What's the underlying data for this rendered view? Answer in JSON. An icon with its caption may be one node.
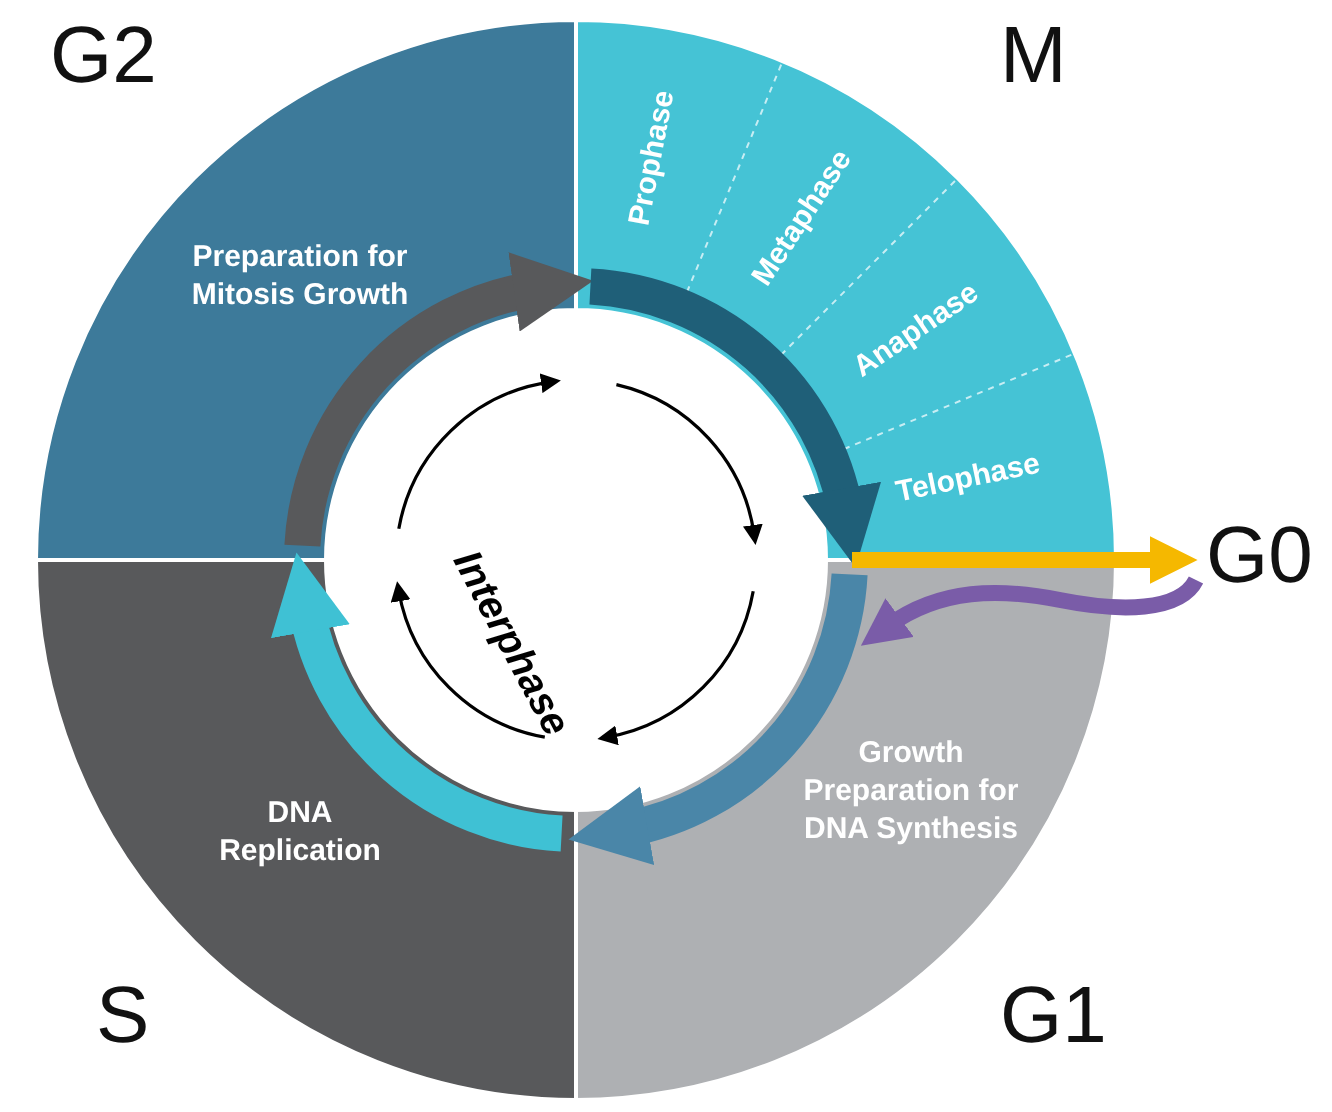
{
  "diagram": {
    "nodes": [
      {
        "text": [
          "G2",
          "Preparation for Mitosis Growth"
        ]
      },
      {
        "text": [
          "M"
        ]
      },
      {
        "text": [
          "Prophase"
        ],
        "in": 1
      },
      {
        "text": [
          "Metaphase"
        ],
        "in": 1
      },
      {
        "text": [
          "Anaphase"
        ],
        "in": 1
      },
      {
        "text": [
          "Telophase"
        ],
        "in": 1
      },
      {
        "text": [
          "G0"
        ]
      },
      {
        "text": [
          "DNA Replication",
          "S"
        ]
      },
      {
        "text": [
          "Growth Preparation for DNA Synthesis",
          "G1"
        ]
      }
    ],
    "edges": [
      {
        "from": 0,
        "to": 1,
        "arrow": "to",
        "color": "#58595b"
      },
      {
        "from": 1,
        "to": 8,
        "arrow": "to",
        "color": "#1f5f78"
      },
      {
        "from": 8,
        "to": 7,
        "arrow": "to",
        "color": "#4a86a8"
      },
      {
        "from": 7,
        "to": 0,
        "arrow": "to",
        "color": "#3fc1d4"
      },
      {
        "from": 1,
        "to": 6,
        "arrow": "to",
        "color": "#f5b800"
      },
      {
        "from": 6,
        "to": 8,
        "arrow": "to",
        "color": "#7a5ca8"
      }
    ],
    "labels": [
      "Interphase"
    ]
  }
}
